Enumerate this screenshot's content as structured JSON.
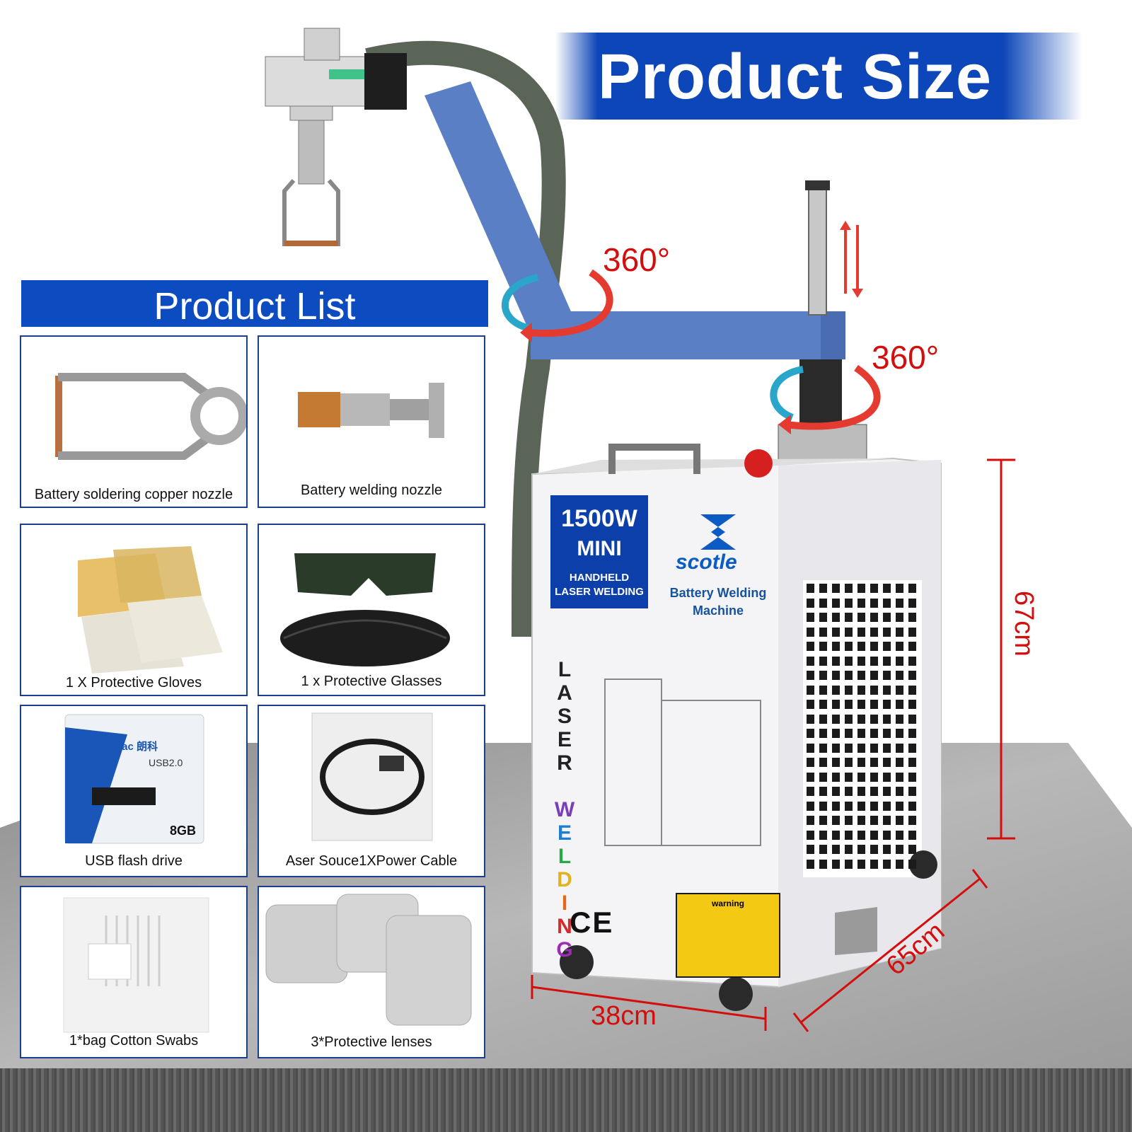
{
  "header": {
    "title": "Product Size"
  },
  "product_list": {
    "title": "Product List",
    "items": [
      {
        "label": "Battery soldering copper nozzle",
        "icon": "copper-nozzle-icon"
      },
      {
        "label": "Battery welding nozzle",
        "icon": "welding-nozzle-icon"
      },
      {
        "label": "1 X Protective Gloves",
        "icon": "gloves-icon"
      },
      {
        "label": "1 x Protective Glasses",
        "icon": "glasses-icon"
      },
      {
        "label": "USB flash drive",
        "icon": "usb-drive-icon"
      },
      {
        "label": "Aser Souce1XPower Cable",
        "icon": "power-cable-icon"
      },
      {
        "label": "1*bag Cotton Swabs",
        "icon": "cotton-swabs-icon"
      },
      {
        "label": "3*Protective lenses",
        "icon": "protective-lenses-icon"
      }
    ]
  },
  "usb": {
    "brand": "Netac 朗科",
    "standard": "USB2.0",
    "capacity": "8GB"
  },
  "machine": {
    "power": "1500W",
    "model": "MINI",
    "type_line1": "HANDHELD",
    "type_line2": "LASER WELDING",
    "brand": "scotle",
    "name_line1": "Battery Welding",
    "name_line2": "Machine",
    "vertical_text": "LASER WELDING",
    "certification": "CE",
    "warning_title": "warning"
  },
  "rotation": {
    "arm": "360°",
    "column": "360°"
  },
  "dimensions": {
    "height": "67cm",
    "width": "38cm",
    "depth": "65cm"
  },
  "colors": {
    "accent_blue": "#0d46b8",
    "dimension_red": "#d40d0d",
    "arm_blue": "#5b7fc4"
  }
}
